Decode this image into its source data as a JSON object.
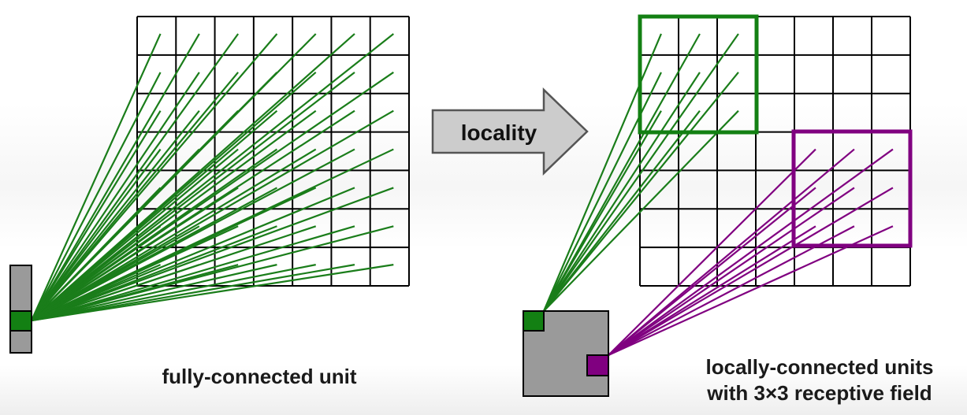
{
  "labels": {
    "fully_connected": "fully-connected unit",
    "arrow": "locality",
    "local_line1": "locally-connected units",
    "local_line2": "with 3×3 receptive field"
  },
  "grid": {
    "rows": 7,
    "cols": 7
  },
  "colors": {
    "grid_line": "#000000",
    "connection_green": "#1a7d1a",
    "connection_purple": "#800080",
    "receptive_green": "#138013",
    "receptive_purple": "#800080",
    "unit_gray": "#9a9a9a",
    "arrow_fill": "#cccccc",
    "arrow_stroke": "#555555"
  }
}
